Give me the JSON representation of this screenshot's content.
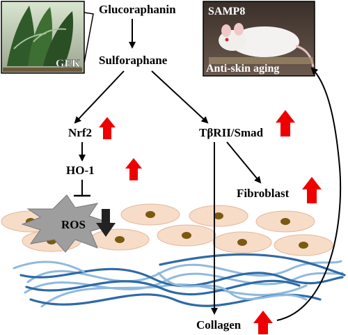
{
  "labels": {
    "glucoraphanin": "Glucoraphanin",
    "sulforaphane": "Sulforaphane",
    "nrf2": "Nrf2",
    "ho1": "HO-1",
    "ros": "ROS",
    "tbrii_smad": "TβRII/Smad",
    "fibroblast": "Fibroblast",
    "collagen": "Collagen",
    "gek": "GEK",
    "samp8": "SAMP8",
    "anti_skin_aging": "Anti-skin aging"
  },
  "colors": {
    "up_arrow": "#ee0000",
    "down_arrow": "#222222",
    "cell_fill": "#f7dcc8",
    "cell_nucleus": "#7a5a10",
    "fiber_dark": "#2e6aa6",
    "fiber_light": "#8fb9de",
    "ros_burst": "#999999"
  },
  "icons": {
    "up": "up-arrow-icon",
    "down": "down-arrow-icon",
    "inhibit": "inhibition-tbar-icon"
  }
}
